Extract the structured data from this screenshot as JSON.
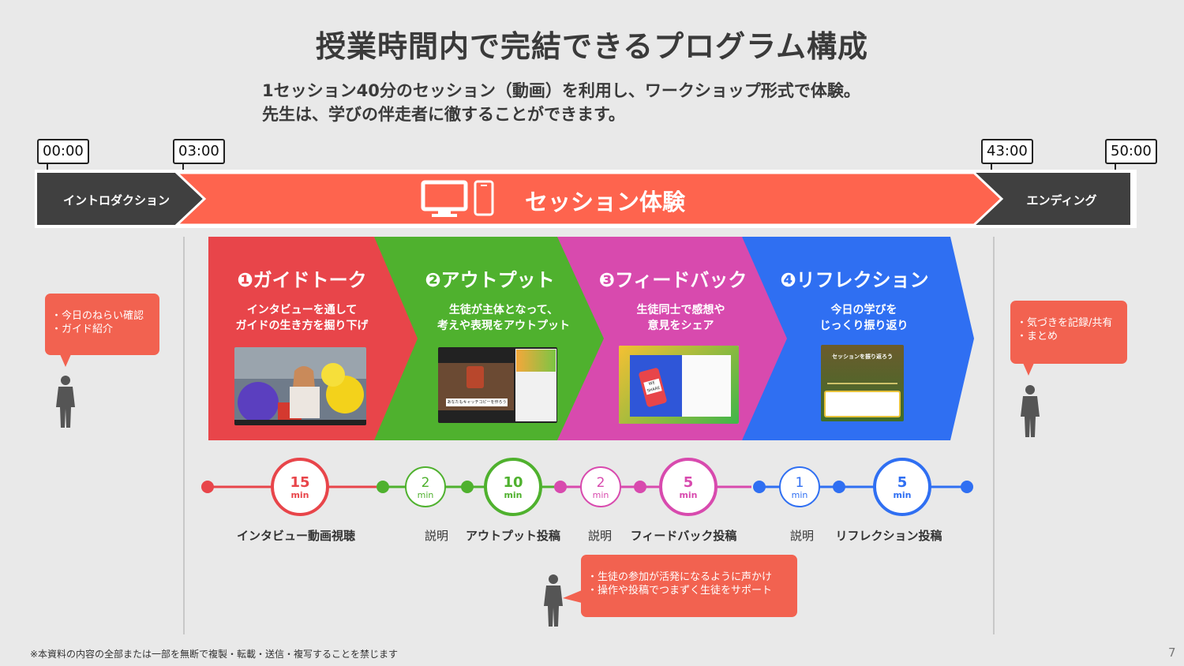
{
  "title": "授業時間内で完結できるプログラム構成",
  "subtitle": {
    "line1": "1セッション40分のセッション（動画）を利用し、ワークショップ形式で体験。",
    "line2": "先生は、学びの伴走者に徹することができます。"
  },
  "timestamps": [
    "00:00",
    "03:00",
    "43:00",
    "50:00"
  ],
  "timeline_bar": {
    "intro": "イントロダクション",
    "session": "セッション体験",
    "ending": "エンディング"
  },
  "bubbles": {
    "intro": [
      "・今日のねらい確認",
      "・ガイド紹介"
    ],
    "ending": [
      "・気づきを記録/共有",
      "・まとめ"
    ],
    "teacher": [
      "・生徒の参加が活発になるように声かけ",
      "・操作や投稿でつまずく生徒をサポート"
    ]
  },
  "phases": [
    {
      "num": "❶",
      "title": "ガイドトーク",
      "desc1": "インタビューを通して",
      "desc2": "ガイドの生き方を掘り下げ",
      "color": "#e8454a"
    },
    {
      "num": "❷",
      "title": "アウトプット",
      "desc1": "生徒が主体となって、",
      "desc2": "考えや表現をアウトプット",
      "color": "#4fb12e"
    },
    {
      "num": "❸",
      "title": "フィードバック",
      "desc1": "生徒同士で感想や",
      "desc2": "意見をシェア",
      "color": "#d84aae"
    },
    {
      "num": "❹",
      "title": "リフレクション",
      "desc1": "今日の学びを",
      "desc2": "じっくり振り返り",
      "color": "#2f6ff2"
    }
  ],
  "thumbs": {
    "output_caption": "あなたもキャッチコピーを作ろう",
    "feedback_badge": "WE SHARE",
    "reflection_title": "セッションを振り返ろう"
  },
  "steps": [
    {
      "value": "15",
      "unit": "min",
      "label": "インタビュー動画視聴",
      "color": "#e8454a"
    },
    {
      "value": "2",
      "unit": "min",
      "label": "説明",
      "color": "#4fb12e"
    },
    {
      "value": "10",
      "unit": "min",
      "label": "アウトプット投稿",
      "color": "#4fb12e"
    },
    {
      "value": "2",
      "unit": "min",
      "label": "説明",
      "color": "#d84aae"
    },
    {
      "value": "5",
      "unit": "min",
      "label": "フィードバック投稿",
      "color": "#d84aae"
    },
    {
      "value": "1",
      "unit": "min",
      "label": "説明",
      "color": "#2f6ff2"
    },
    {
      "value": "5",
      "unit": "min",
      "label": "リフレクション投稿",
      "color": "#2f6ff2"
    }
  ],
  "footer": "※本資料の内容の全部または一部を無断で複製・転載・送信・複写することを禁じます",
  "page_number": "7",
  "colors": {
    "session_bar": "#fe644e",
    "dark_bar": "#404040",
    "bubble": "#f26250"
  }
}
